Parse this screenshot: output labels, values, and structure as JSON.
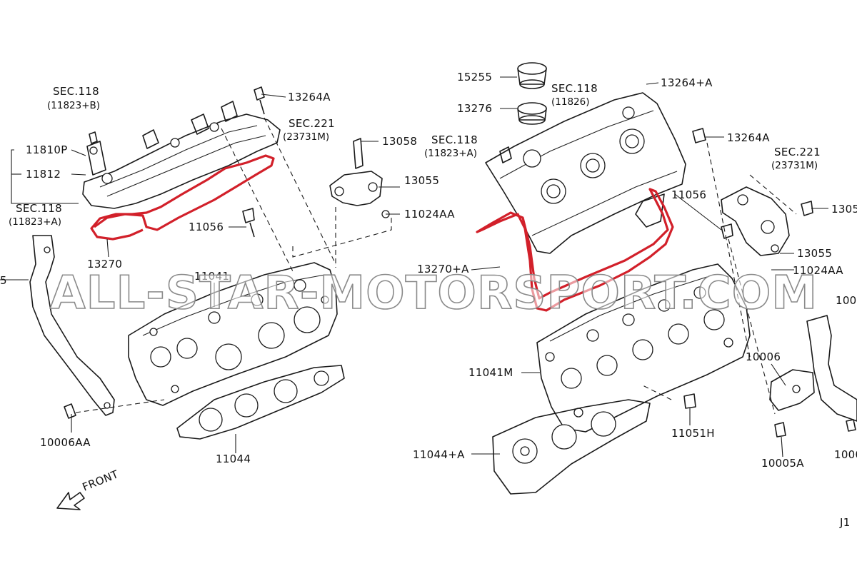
{
  "labels": {
    "sec118_b": "SEC.118",
    "sec118_b_ref": "(11823+B)",
    "p13264a_left": "13264A",
    "p11810p": "11810P",
    "p11812": "11812",
    "sec118_a_left": "SEC.118",
    "sec118_a_left_ref": "(11823+A)",
    "p13270": "13270",
    "p11056_left": "11056",
    "sec221_left": "SEC.221",
    "sec221_left_ref": "(23731M)",
    "p13058": "13058",
    "p13055_left": "13055",
    "p11024aa_left": "11024AA",
    "p11041": "11041",
    "p10006aa": "10006AA",
    "p11044": "11044",
    "front": "FRONT",
    "edge_5": "5",
    "p15255": "15255",
    "p13276": "13276",
    "sec118_1826": "SEC.118",
    "sec118_1826_ref": "(11826)",
    "p13264a_plus": "13264+A",
    "sec118_a_right": "SEC.118",
    "sec118_a_right_ref": "(11823+A)",
    "p13264a_right": "13264A",
    "sec221_right": "SEC.221",
    "sec221_right_ref": "(23731M)",
    "p1305_edge": "1305",
    "p11056_right": "11056",
    "p13055_right": "13055",
    "p11024aa_right": "11024AA",
    "p13270a": "13270+A",
    "p1000_edge_top": "1000",
    "p11041m": "11041M",
    "p10006": "10006",
    "p11051h": "11051H",
    "p10005a": "10005A",
    "p1000_edge_bottom": "1000",
    "p11044a": "11044+A",
    "j1_edge": "J1"
  },
  "watermark": "ALL-STAR-MOTORSPORT.COM",
  "colors": {
    "highlight_gasket": "#d2202a",
    "line_art": "#1a1a1a",
    "background": "#ffffff"
  },
  "icons": {
    "front_arrow": "front-arrow-icon"
  }
}
